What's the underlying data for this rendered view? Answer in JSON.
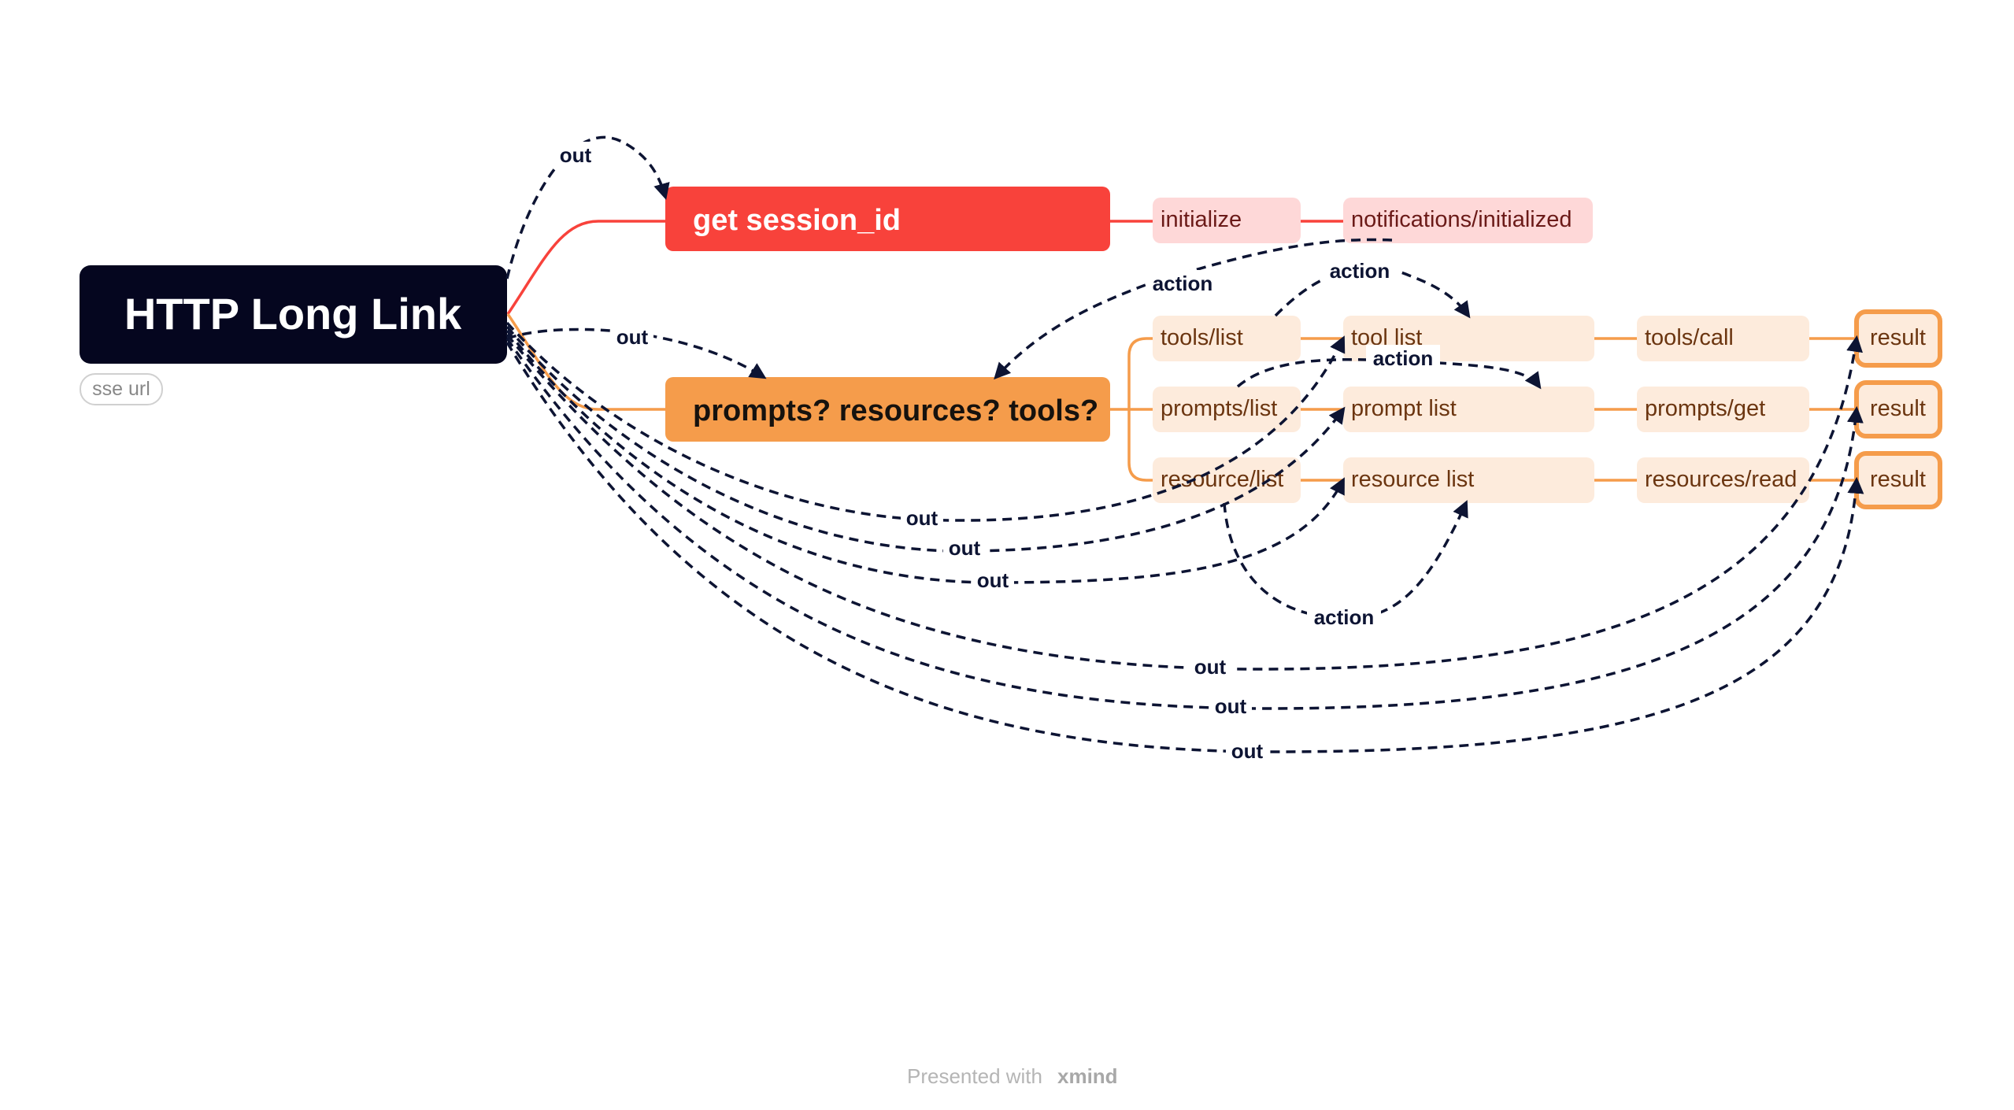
{
  "root": {
    "label": "HTTP Long Link",
    "note": "sse url"
  },
  "branches": {
    "session": {
      "label": "get session_id",
      "children": [
        "initialize",
        "notifications/initialized"
      ]
    },
    "capabilities": {
      "label": "prompts? resources? tools?",
      "rows": [
        {
          "list": "tools/list",
          "listed": "tool list",
          "call": "tools/call",
          "result": "result"
        },
        {
          "list": "prompts/list",
          "listed": "prompt list",
          "call": "prompts/get",
          "result": "result"
        },
        {
          "list": "resource/list",
          "listed": "resource list",
          "call": "resources/read",
          "result": "result"
        }
      ]
    }
  },
  "relationships": {
    "out_label": "out",
    "action_label": "action"
  },
  "footer": {
    "presented_with": "Presented with",
    "brand": "xmind"
  },
  "colors": {
    "root": "#05061f",
    "session": "#f8423b",
    "session_child": "#fed8d8",
    "capabilities": "#f59c4b",
    "capability_child": "#fdebdc",
    "relationship": "#0d1433",
    "text_dark": "#6b3510",
    "text_session": "#6b1a18"
  }
}
